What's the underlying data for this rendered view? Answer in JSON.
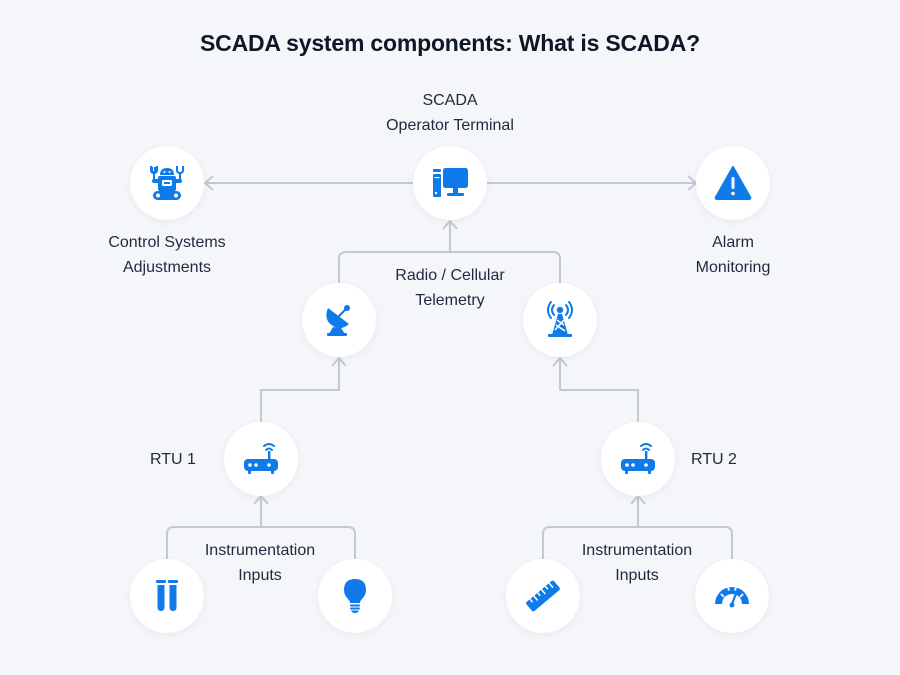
{
  "title": "SCADA system components: What is SCADA?",
  "colors": {
    "background": "#f4f6fa",
    "icon": "#0f7be8",
    "connector": "#c3c9d3",
    "text": "#1f2a3c",
    "node_fill": "#ffffff"
  },
  "nodes": {
    "operator_terminal": {
      "label_lines": [
        "SCADA",
        "Operator Terminal"
      ],
      "icon": "desktop-computer-icon"
    },
    "control_systems": {
      "label_lines": [
        "Control Systems",
        "Adjustments"
      ],
      "icon": "robot-icon"
    },
    "alarm_monitoring": {
      "label_lines": [
        "Alarm",
        "Monitoring"
      ],
      "icon": "warning-triangle-icon"
    },
    "telemetry": {
      "label_lines": [
        "Radio / Cellular",
        "Telemetry"
      ],
      "icons": [
        "satellite-dish-icon",
        "radio-tower-icon"
      ]
    },
    "rtu1": {
      "label": "RTU 1",
      "icon": "router-icon"
    },
    "rtu2": {
      "label": "RTU 2",
      "icon": "router-icon"
    },
    "inputs1": {
      "label_lines": [
        "Instrumentation",
        "Inputs"
      ],
      "icons": [
        "test-tubes-icon",
        "light-bulb-icon"
      ]
    },
    "inputs2": {
      "label_lines": [
        "Instrumentation",
        "Inputs"
      ],
      "icons": [
        "ruler-icon",
        "gauge-icon"
      ]
    }
  },
  "edges": [
    {
      "from": "operator_terminal",
      "to": "control_systems"
    },
    {
      "from": "operator_terminal",
      "to": "alarm_monitoring"
    },
    {
      "from": "telemetry",
      "to": "operator_terminal"
    },
    {
      "from": "rtu1",
      "to": "satellite-dish"
    },
    {
      "from": "rtu2",
      "to": "radio-tower"
    },
    {
      "from": "inputs1",
      "to": "rtu1"
    },
    {
      "from": "inputs2",
      "to": "rtu2"
    }
  ]
}
